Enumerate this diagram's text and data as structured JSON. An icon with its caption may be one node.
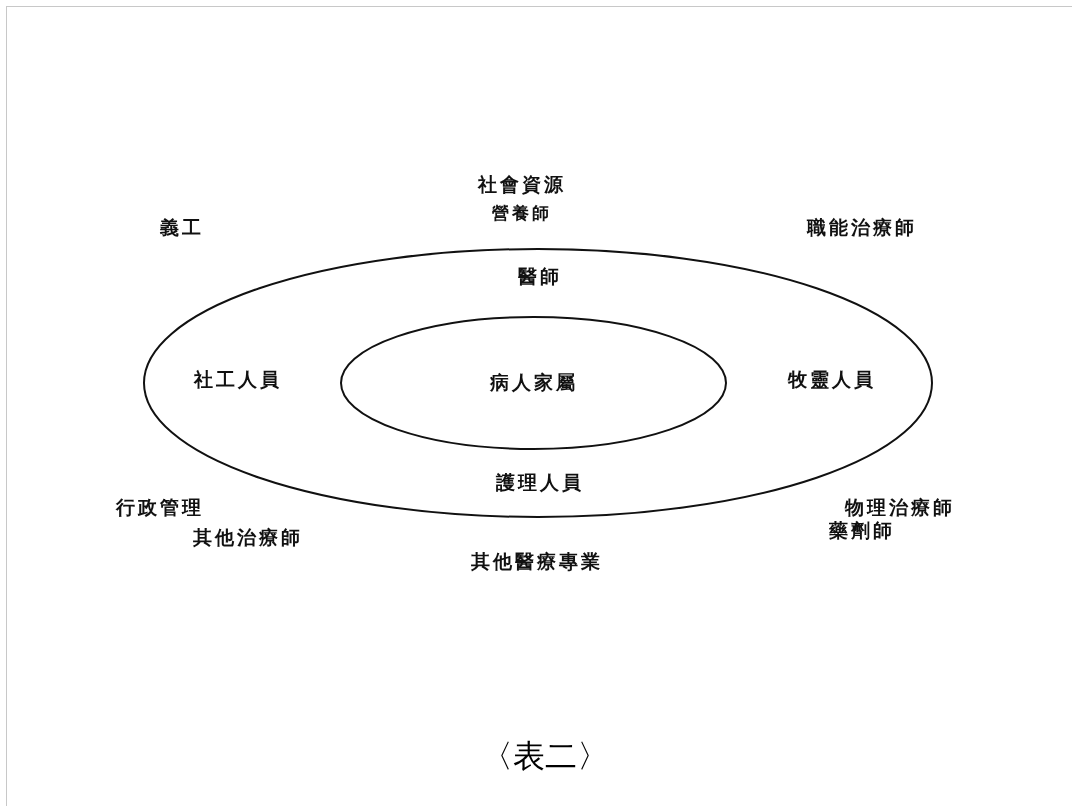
{
  "diagram": {
    "caption": "〈表二〉",
    "nodes": [
      {
        "text": [
          "醫師",
          "社工人員",
          "牧靈人員",
          "護理人員"
        ]
      },
      {
        "text": [
          "病人家屬"
        ],
        "in": 0
      }
    ],
    "labels": [
      "社會資源",
      "營養師",
      "義工",
      "職能治療師",
      "行政管理",
      "其他治療師",
      "物理治療師",
      "藥劑師",
      "其他醫療專業"
    ]
  }
}
